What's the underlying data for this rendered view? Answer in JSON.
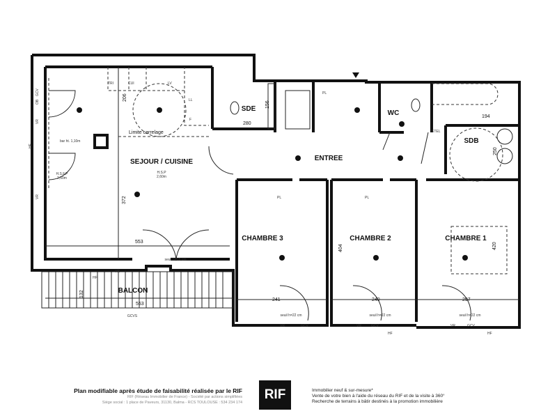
{
  "rooms": {
    "sejour": "SEJOUR / CUISINE",
    "sde": "SDE",
    "wc": "WC",
    "sdb": "SDB",
    "entree": "ENTREE",
    "chambre3": "CHAMBRE 3",
    "chambre2": "CHAMBRE 2",
    "chambre1": "CHAMBRE 1",
    "balcon": "BALCON"
  },
  "annotations": {
    "hsp_label": "H.S.P",
    "hsp_value": "2,60m",
    "hsfp_label": "H.S.F.P",
    "hsfp_value": "2,50m",
    "bar": "bar ht. 1,10m",
    "limite": "Limite carrelage",
    "tri": "TRI",
    "cui": "CUI",
    "lv": "LV",
    "ll": "LL",
    "f": "F",
    "etel": "ETEL",
    "pl": "PL",
    "seuil15": "seuil h=15 cm",
    "seuil22": "seuil h=22 cm",
    "gcvs": "GCVS",
    "gcv": "GCV",
    "vr": "VR",
    "hf": "HF",
    "ob": "OB"
  },
  "dimensions": {
    "d206": "206",
    "d280": "280",
    "d156": "156",
    "d194": "194",
    "d250": "250",
    "d372": "372",
    "d553a": "553",
    "d553b": "553",
    "d132": "132",
    "d404": "404",
    "d420": "420",
    "d241": "241",
    "d240": "240",
    "d297": "297"
  },
  "footer": {
    "title": "Plan modifiable après étude de faisabilité réalisée par le RIF",
    "line1": "RIF (Réseau Immobilier de France) - Société par actions simplifiées",
    "line2": "Siège social : 1 place de Paveurs, 31130, Balma - RCS TOULOUSE : 534 234 174",
    "logo": "RIF",
    "right1": "Immobilier neuf & sur-mesure*",
    "right2": "Vente de votre bien à l'aide du réseau du RIF et de la visite à 360°",
    "right3": "Recherche de terrains à bâtir destinés à la promotion immobilière"
  }
}
